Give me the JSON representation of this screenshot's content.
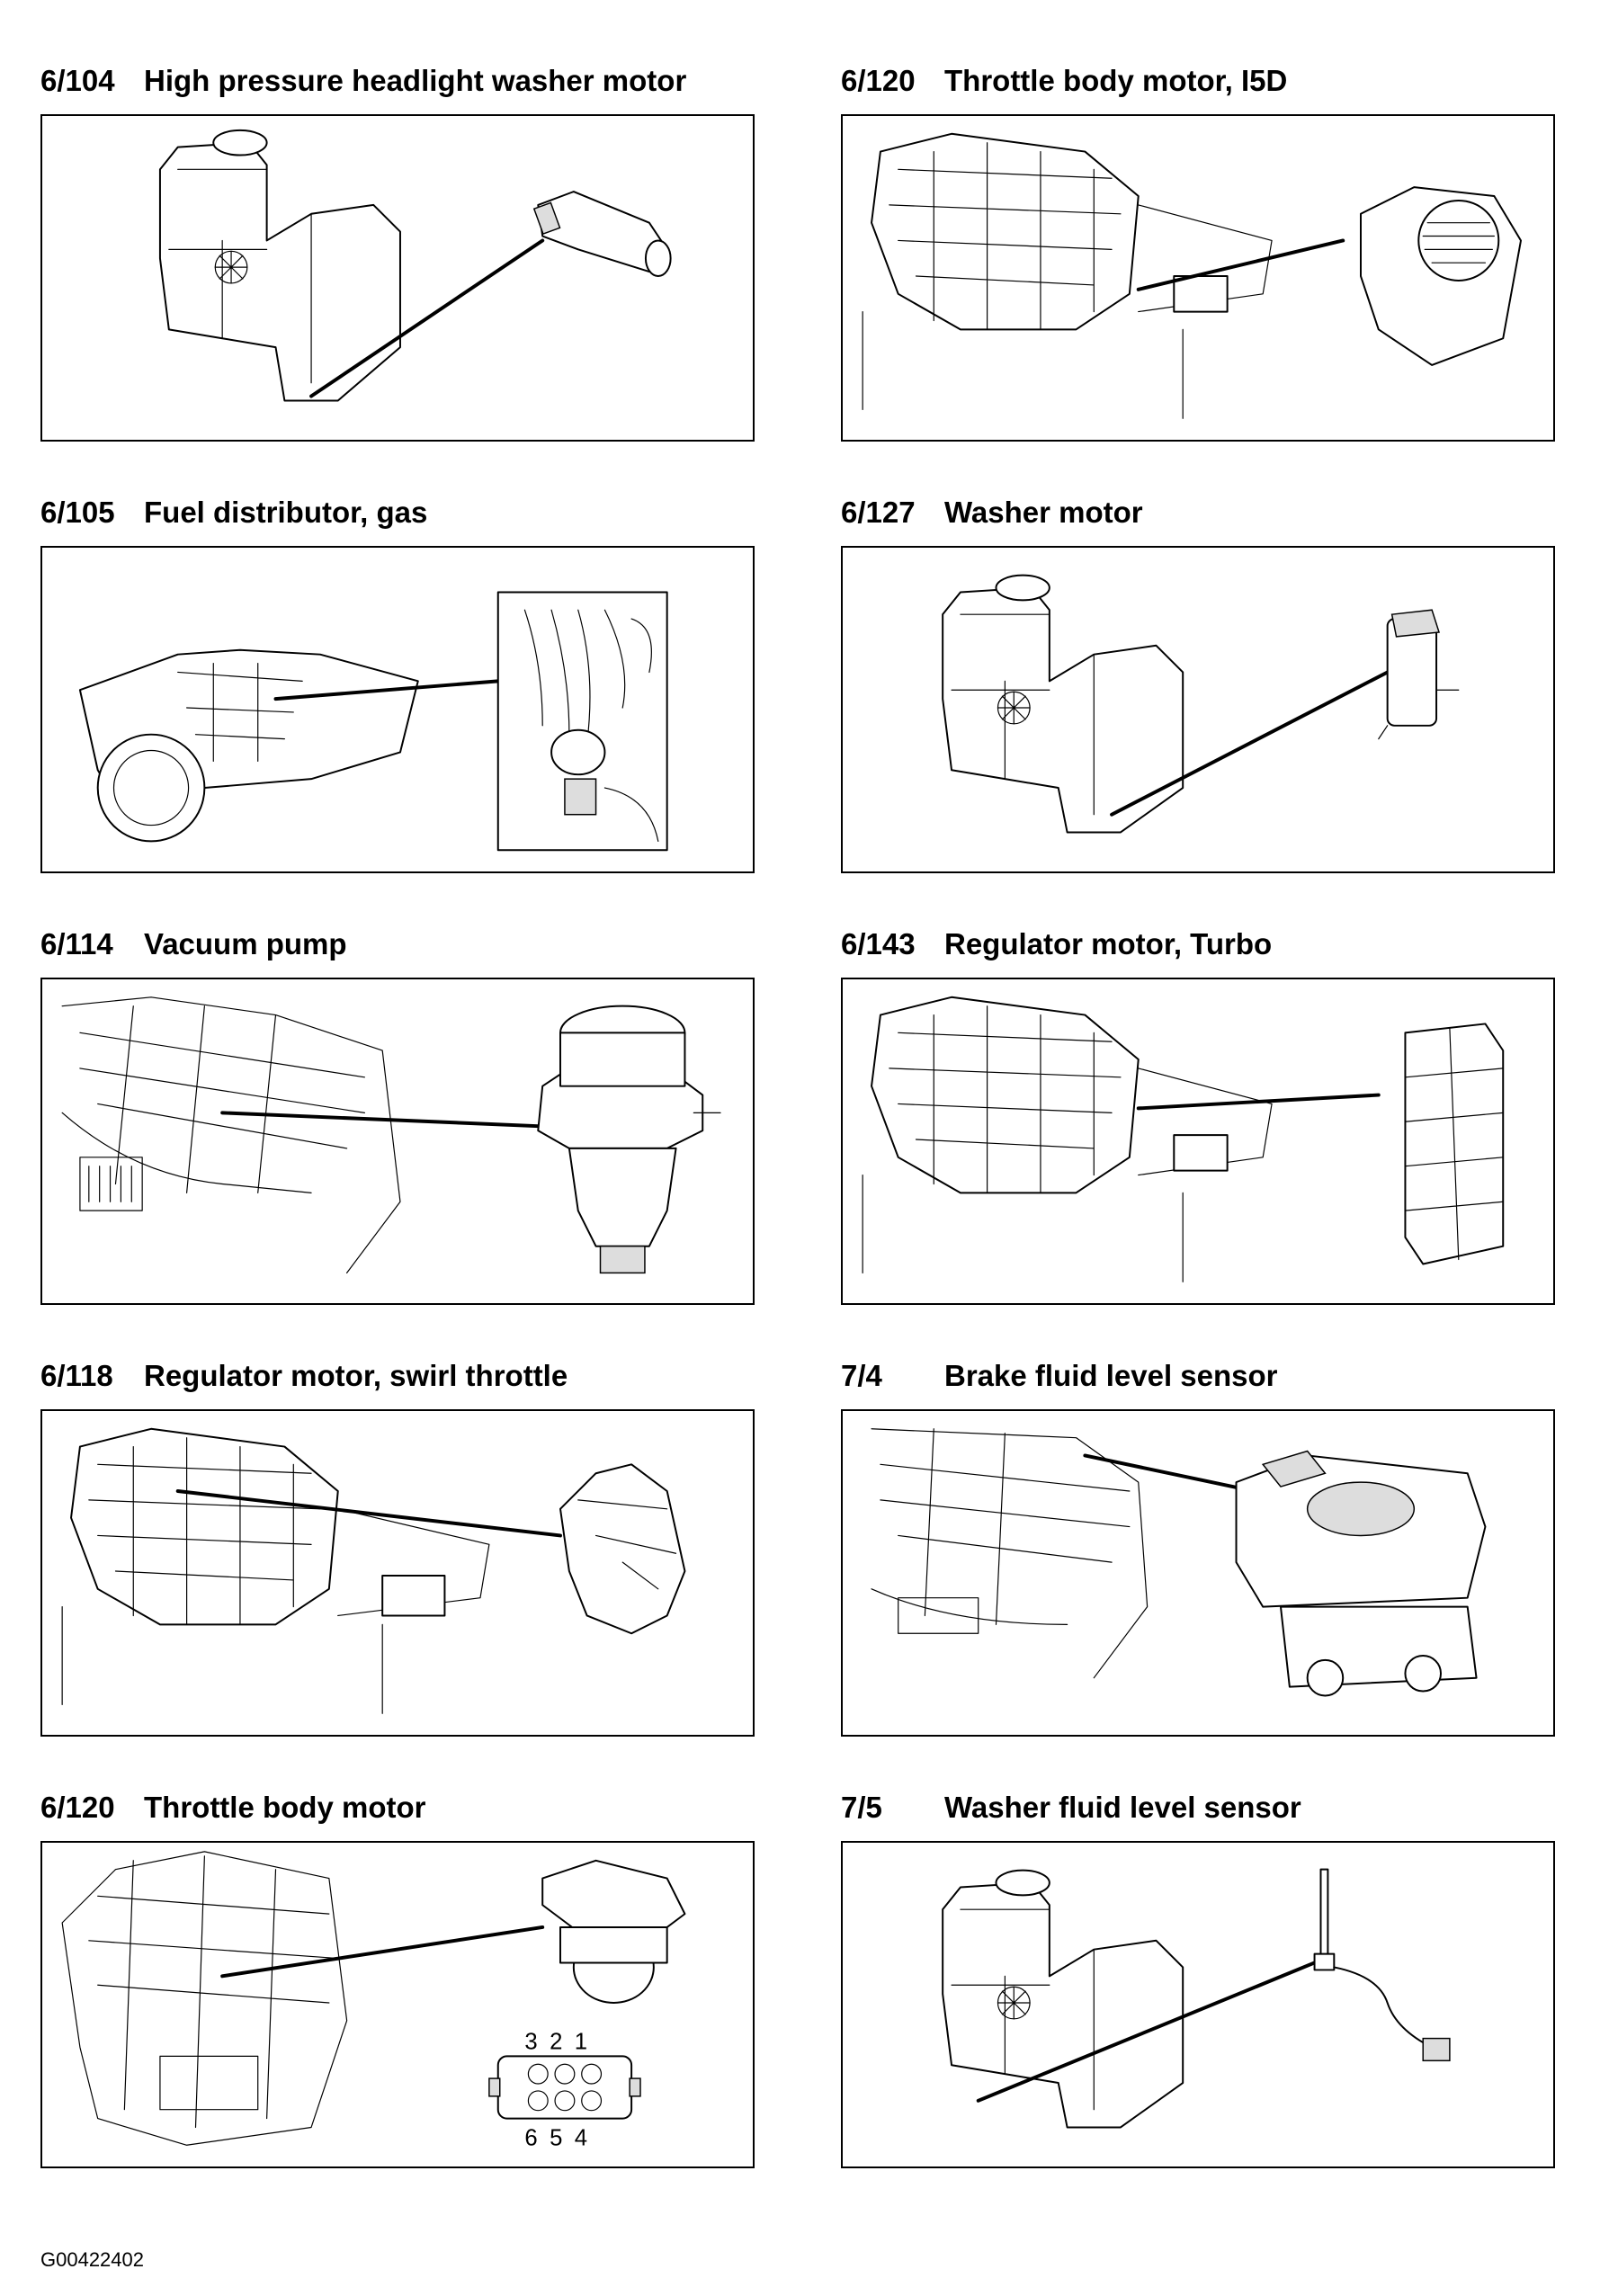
{
  "panels": [
    {
      "code": "6/104",
      "title": "High pressure headlight washer motor"
    },
    {
      "code": "6/120",
      "title": "Throttle body motor, I5D"
    },
    {
      "code": "6/105",
      "title": "Fuel distributor, gas"
    },
    {
      "code": "6/127",
      "title": "Washer motor"
    },
    {
      "code": "6/114",
      "title": "Vacuum pump"
    },
    {
      "code": "6/143",
      "title": "Regulator motor, Turbo"
    },
    {
      "code": "6/118",
      "title": "Regulator motor, swirl throttle"
    },
    {
      "code": "7/4",
      "title": "Brake fluid level sensor"
    },
    {
      "code": "6/120",
      "title": "Throttle body motor"
    },
    {
      "code": "7/5",
      "title": "Washer fluid level sensor"
    }
  ],
  "connector_pins": {
    "top": [
      "3",
      "2",
      "1"
    ],
    "bottom": [
      "6",
      "5",
      "4"
    ]
  },
  "footer_code": "G00422402",
  "icons": {
    "washer_reservoir": "washer-reservoir-icon",
    "engine": "engine-icon",
    "motor": "motor-icon"
  }
}
